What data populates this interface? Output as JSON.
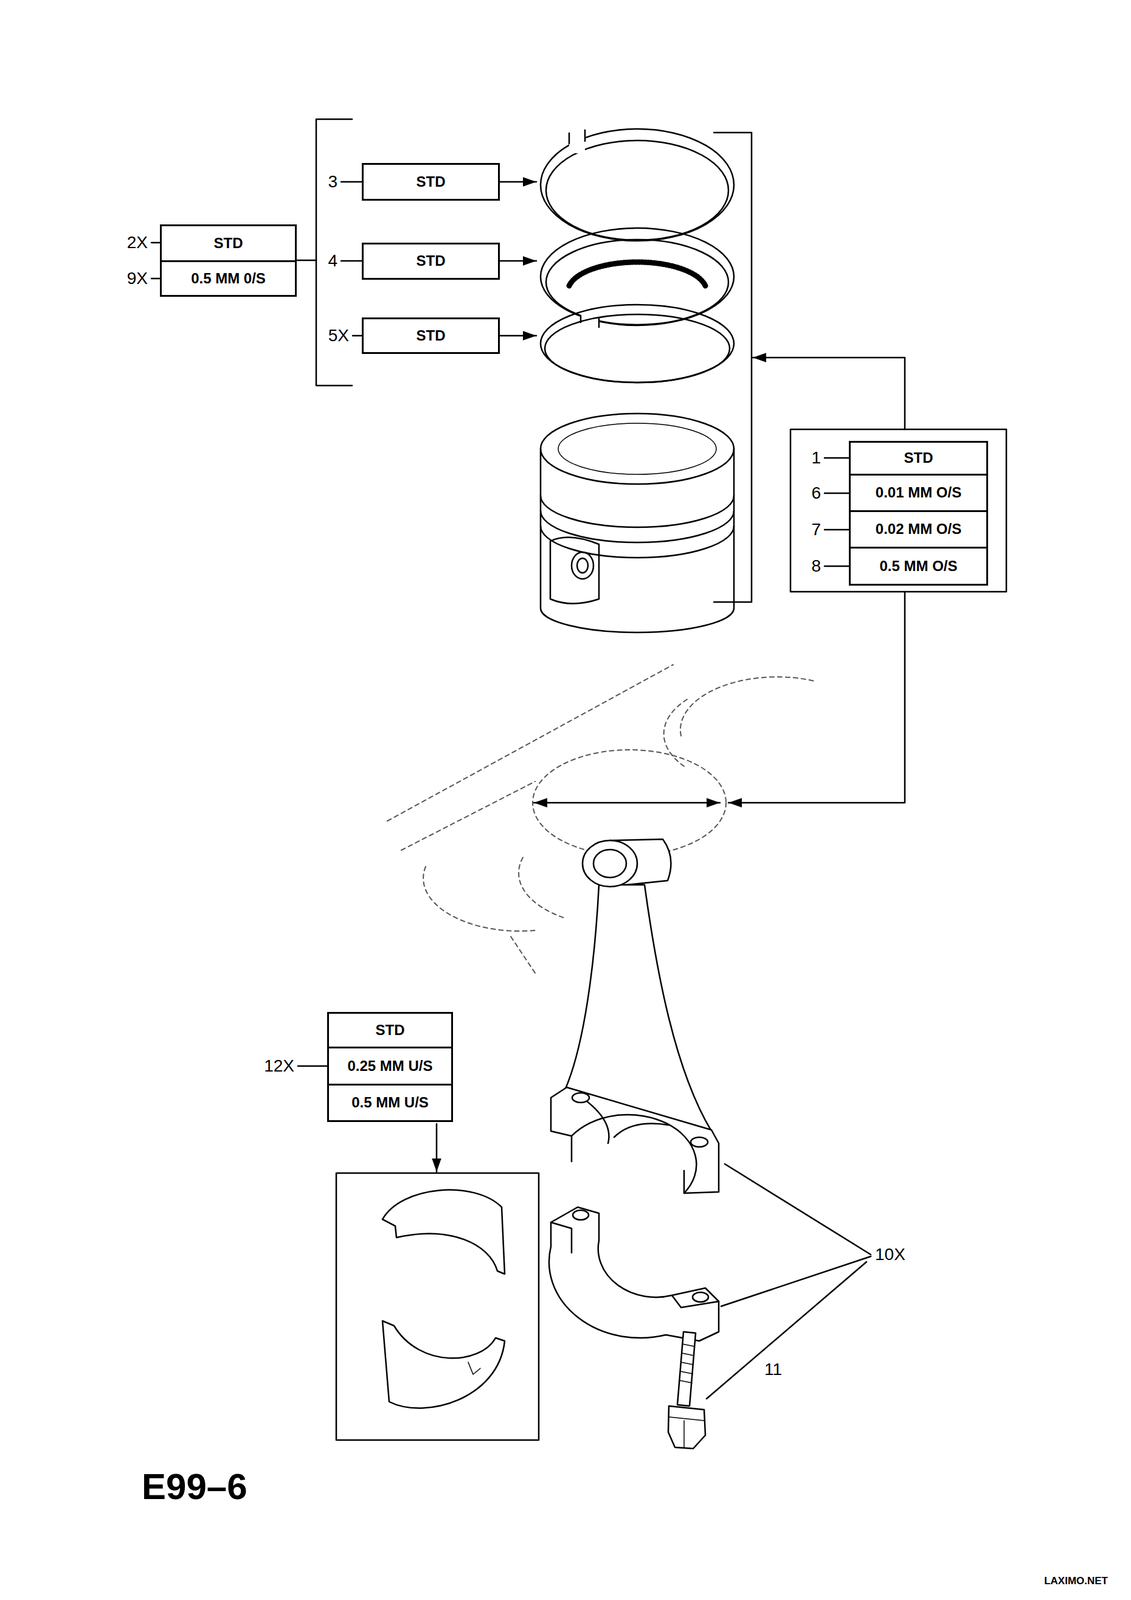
{
  "diagram": {
    "title": "E99–6",
    "nodes": [
      {
        "text": [
          "STD"
        ]
      },
      {
        "text": [
          "STD"
        ]
      },
      {
        "text": [
          "STD"
        ]
      },
      {
        "text": [
          "0.5 MM 0/S"
        ]
      },
      {
        "text": [
          "STD"
        ]
      },
      {
        "text": [
          "STD"
        ]
      },
      {
        "text": [
          "0.01 MM O/S"
        ]
      },
      {
        "text": [
          "0.02 MM O/S"
        ]
      },
      {
        "text": [
          "0.5 MM O/S"
        ]
      },
      {
        "text": [
          "STD"
        ]
      },
      {
        "text": [
          "0.25 MM U/S"
        ]
      },
      {
        "text": [
          "0.5 MM U/S"
        ]
      }
    ],
    "labels": [
      "3",
      "2X",
      "4",
      "9X",
      "5X",
      "1",
      "6",
      "7",
      "8",
      "12X",
      "10X",
      "11",
      "LAXIMO.NET"
    ]
  }
}
